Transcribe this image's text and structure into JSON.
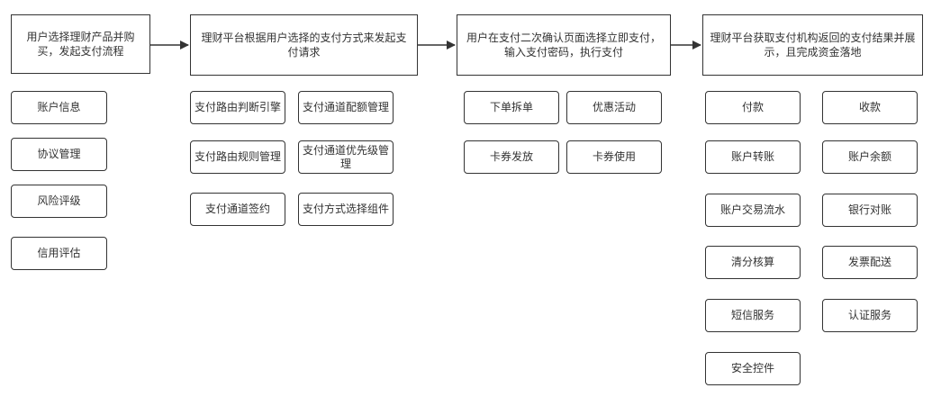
{
  "stages": [
    {
      "label": "用户选择理财产品并购买，发起支付流程"
    },
    {
      "label": "理财平台根据用户选择的支付方式来发起支付请求"
    },
    {
      "label": "用户在支付二次确认页面选择立即支付，输入支付密码，执行支付"
    },
    {
      "label": "理财平台获取支付机构返回的支付结果并展示，且完成资金落地"
    }
  ],
  "groups": {
    "g1": [
      "账户信息",
      "协议管理",
      "风险评级",
      "信用评估"
    ],
    "g2": [
      "支付路由判断引擎",
      "支付通道配额管理",
      "支付路由规则管理",
      "支付通道优先级管理",
      "支付通道签约",
      "支付方式选择组件"
    ],
    "g3": [
      "下单拆单",
      "优惠活动",
      "卡券发放",
      "卡券使用"
    ],
    "g4": [
      "付款",
      "收款",
      "账户转账",
      "账户余额",
      "账户交易流水",
      "银行对账",
      "清分核算",
      "发票配送",
      "短信服务",
      "认证服务",
      "安全控件"
    ]
  },
  "colors": {
    "stroke": "#333333",
    "text": "#333333",
    "fill": "#ffffff"
  }
}
